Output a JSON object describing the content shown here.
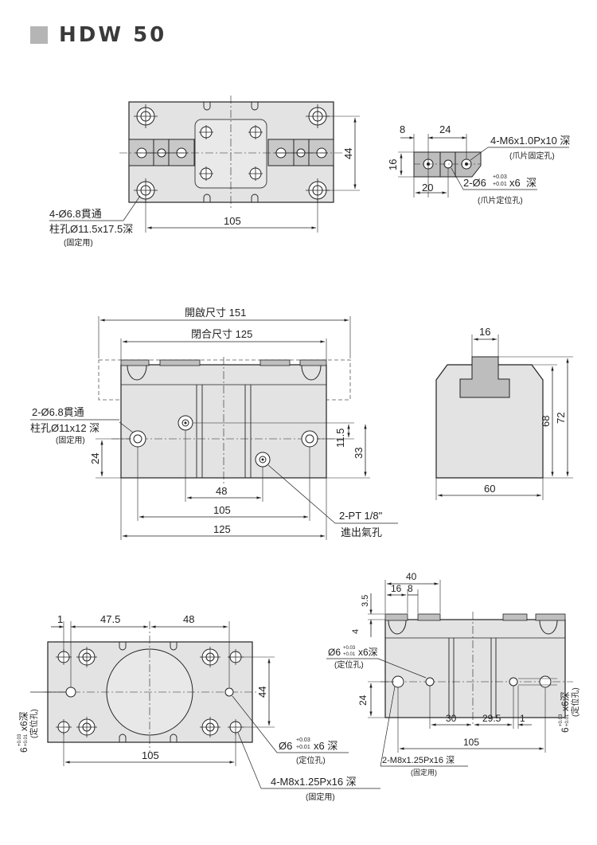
{
  "title": "HDW 50",
  "top_view": {
    "dim_44": "44",
    "dim_105": "105",
    "hole_note_line1": "4-Ø6.8貫通",
    "hole_note_line2": "柱孔Ø11.5x17.5深",
    "hole_note_line3": "(固定用)"
  },
  "jaw_view": {
    "dim_8": "8",
    "dim_24": "24",
    "dim_16": "16",
    "dim_20": "20",
    "tap_note": "4-M6x1.0Px10 深",
    "tap_sub": "(爪片固定孔)",
    "pin_note_prefix": "2-Ø6",
    "tol_plus": "+0.03",
    "tol_minus": "+0.01",
    "pin_note_suffix": "x6  深",
    "pin_sub": "(爪片定位孔)"
  },
  "front_view": {
    "open_label": "開啟尺寸 151",
    "close_label": "閉合尺寸 125",
    "hole_note_line1": "2-Ø6.8貫通",
    "hole_note_line2": "柱孔Ø11x12 深",
    "hole_note_line3": "(固定用)",
    "dim_24": "24",
    "dim_11_5": "11.5",
    "dim_33": "33",
    "dim_48": "48",
    "dim_105": "105",
    "dim_125": "125",
    "port_note_line1": "2-PT 1/8\"",
    "port_note_line2": "進出氣孔"
  },
  "side_view": {
    "dim_16": "16",
    "dim_68": "68",
    "dim_72": "72",
    "dim_60": "60"
  },
  "bottom_view": {
    "dim_1": "1",
    "dim_47_5": "47.5",
    "dim_48": "48",
    "dim_44": "44",
    "dim_105": "105",
    "left_note_main": "6",
    "left_note_tol_plus": "+0.03",
    "left_note_tol_minus": "+0.01",
    "left_note_suffix": "x6深",
    "left_note_sub": "(定位孔)",
    "pin_note_prefix": "Ø6",
    "pin_note_suffix": "x6 深",
    "pin_note_sub": "(定位孔)",
    "tap_note": "4-M8x1.25Px16 深",
    "tap_sub": "(固定用)"
  },
  "bottom_front_view": {
    "dim_40": "40",
    "dim_16": "16",
    "dim_8": "8",
    "dim_3_5": "3.5",
    "dim_4": "4",
    "pin_note_prefix": "Ø6",
    "pin_note_suffix": "x6深",
    "pin_note_sub": "(定位孔)",
    "dim_24": "24",
    "dim_30": "30",
    "dim_29_5": "29.5",
    "dim_1": "1",
    "dim_105": "105",
    "right_note_main": "6",
    "right_note_suffix": "x6深",
    "right_note_sub": "(定位孔)",
    "tap_note": "2-M8x1.25Px16 深",
    "tap_sub": "(固定用)"
  }
}
